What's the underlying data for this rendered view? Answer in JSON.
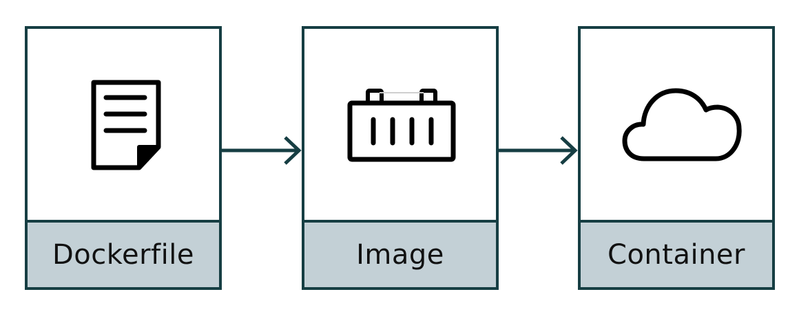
{
  "steps": [
    {
      "label": "Dockerfile",
      "icon": "document-icon"
    },
    {
      "label": "Image",
      "icon": "container-box-icon"
    },
    {
      "label": "Container",
      "icon": "cloud-icon"
    }
  ],
  "colors": {
    "border": "#163e43",
    "label_background": "#c3d0d6",
    "icon_stroke": "#000000",
    "arrow": "#163e43"
  }
}
